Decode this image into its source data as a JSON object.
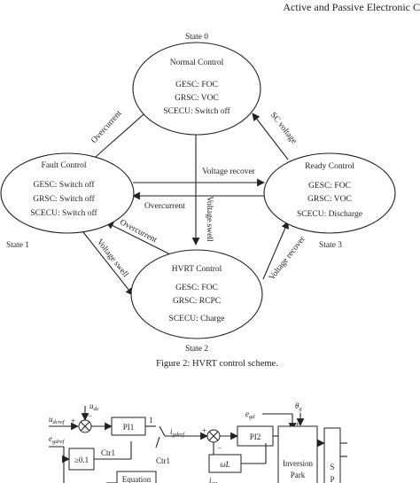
{
  "header": {
    "running_title": "Active and Passive Electronic C"
  },
  "states": {
    "s0": {
      "label": "State 0",
      "title": "Normal Control",
      "gesc": "GESC: FOC",
      "grsc": "GRSC: VOC",
      "scecu": "SCECU: Switch off"
    },
    "s1": {
      "label": "State 1",
      "title": "Fault Control",
      "gesc": "GESC: Switch off",
      "grsc": "GRSC: Switch off",
      "scecu": "SCECU: Switch off"
    },
    "s2": {
      "label": "State 2",
      "title": "HVRT Control",
      "gesc": "GESC: FOC",
      "grsc": "GRSC: RCPC",
      "scecu": "SCECU: Charge"
    },
    "s3": {
      "label": "State 3",
      "title": "Ready Control",
      "gesc": "GESC: FOC",
      "grsc": "GRSC: VOC",
      "scecu": "SCECU: Discharge"
    }
  },
  "transitions": {
    "overcurrent_0_1": "Overcurrent",
    "sc_voltage": "SC voltage",
    "voltage_recover_1_3": "Voltage recover",
    "overcurrent_3_1": "Overcurrent",
    "voltage_swell_0_2": "Voltage swell",
    "overcurrent_2_1": "Overcurrent",
    "voltage_swell_1_2": "Voltage swell",
    "voltage_recover_2_3": "Voltage recover"
  },
  "caption": "Figure 2: HVRT control scheme.",
  "block_diagram": {
    "u_dc_ref_base": "u",
    "u_dc_ref_sub": "dcref",
    "u_dc_base": "u",
    "u_dc_sub": "dc",
    "e_gd_ref_base": "e",
    "e_gd_ref_sub": "gdref",
    "pi1": "PI1",
    "one": "1",
    "i_gd_ref_base": "i",
    "i_gd_ref_sub": "gdref",
    "pi2": "PI2",
    "e_gd_base": "e",
    "e_gd_sub": "gd",
    "theta_base": "θ",
    "theta_sub": "g",
    "cmp": "≥0.1",
    "ctr1_a": "Ctr1",
    "ctr1_b": "Ctr1",
    "omega_l": "ωL",
    "i_gq_base": "i",
    "i_gq_sub": "gq",
    "equation": "Equation",
    "inv_park_1": "Inversion",
    "inv_park_2": "Park",
    "svpwm_1": "S",
    "svpwm_2": "P",
    "plus1": "+",
    "minus1": "−",
    "plus2": "+",
    "minus2": "−",
    "plus3": "+",
    "minus3": "−"
  }
}
